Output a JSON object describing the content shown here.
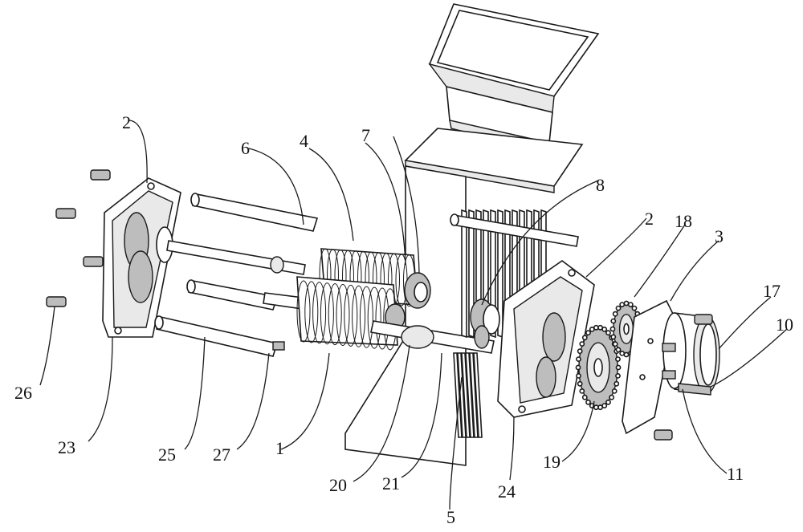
{
  "figure": {
    "labels": [
      "1",
      "2",
      "2",
      "3",
      "4",
      "5",
      "6",
      "7",
      "8",
      "10",
      "11",
      "17",
      "18",
      "19",
      "20",
      "21",
      "23",
      "24",
      "25",
      "26",
      "27"
    ]
  }
}
